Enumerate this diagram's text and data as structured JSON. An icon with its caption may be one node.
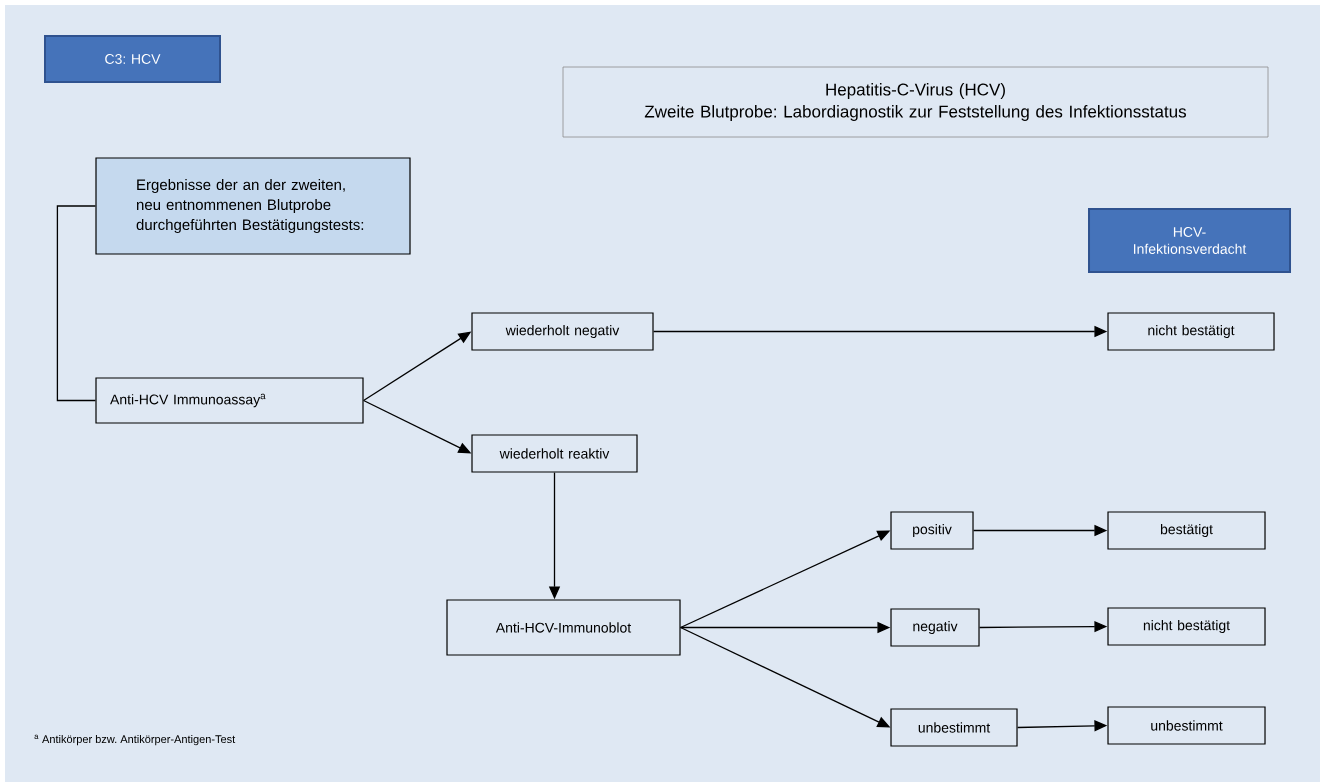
{
  "diagram": {
    "nodes": [
      {
        "text": [
          "C3: HCV"
        ]
      },
      {
        "text": [
          "Hepatitis-C-Virus (HCV)",
          "Zweite Blutprobe: Labordiagnostik zur Feststellung des Infektionsstatus"
        ]
      },
      {
        "text": [
          "Ergebnisse  der an der zweiten, neu entnommenen Blutprobe durchgeführten Bestätigungstests:"
        ]
      },
      {
        "text": [
          "HCV- Infektionsverdacht"
        ]
      },
      {
        "text": [
          "wiederholt negativ"
        ]
      },
      {
        "text": [
          "nicht bestätigt"
        ]
      },
      {
        "text": [
          "Anti-HCV Immunoassay$^{a}$"
        ]
      },
      {
        "text": [
          "wiederholt reaktiv"
        ]
      },
      {
        "text": [
          "positiv"
        ]
      },
      {
        "text": [
          "bestätigt"
        ]
      },
      {
        "text": [
          "Anti-HCV-Immunoblot"
        ]
      },
      {
        "text": [
          "negativ"
        ]
      },
      {
        "text": [
          "nicht bestätigt"
        ]
      },
      {
        "text": [
          "unbestimmt"
        ]
      },
      {
        "text": [
          "unbestimmt"
        ]
      }
    ],
    "edges": [
      {
        "from": 2,
        "to": 6,
        "arrow": "none"
      },
      {
        "from": 6,
        "to": 4,
        "arrow": "to"
      },
      {
        "from": 6,
        "to": 7,
        "arrow": "to"
      },
      {
        "from": 4,
        "to": 5,
        "arrow": "to"
      },
      {
        "from": 7,
        "to": 10,
        "arrow": "to"
      },
      {
        "from": 10,
        "to": 8,
        "arrow": "to"
      },
      {
        "from": 10,
        "to": 11,
        "arrow": "to"
      },
      {
        "from": 10,
        "to": 13,
        "arrow": "to"
      },
      {
        "from": 8,
        "to": 9,
        "arrow": "to"
      },
      {
        "from": 11,
        "to": 12,
        "arrow": "to"
      },
      {
        "from": 13,
        "to": 14,
        "arrow": "to"
      }
    ],
    "labels": [
      "$^{a}$ Antikörper bzw. Antikörper-Antigen-Test"
    ]
  }
}
